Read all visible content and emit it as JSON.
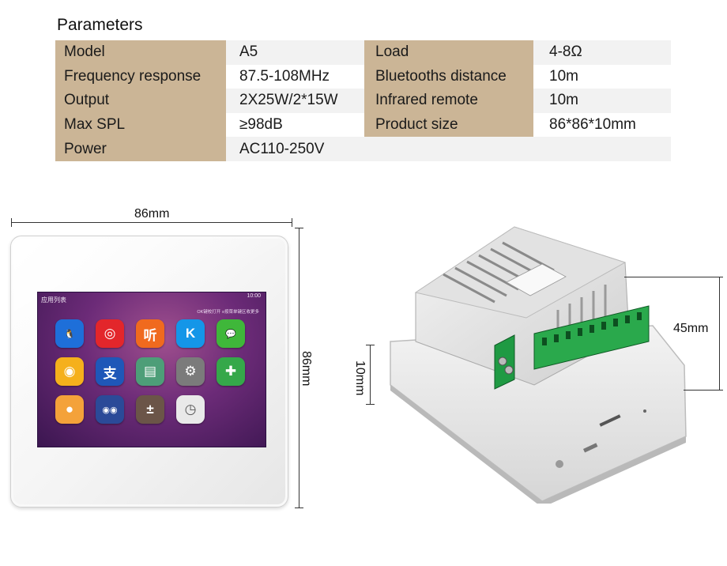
{
  "title": "Parameters",
  "params": [
    {
      "k1": "Model",
      "v1": "A5",
      "k2": "Load",
      "v2": "4-8Ω"
    },
    {
      "k1": "Frequency response",
      "v1": "87.5-108MHz",
      "k2": "Bluetooths distance",
      "v2": "10m"
    },
    {
      "k1": "Output",
      "v1": "2X25W/2*15W",
      "k2": "Infrared remote",
      "v2": "10m"
    },
    {
      "k1": "Max SPL",
      "v1": "≥98dB",
      "k2": "Product size",
      "v2": "86*86*10mm"
    },
    {
      "k1": "Power",
      "v1": "AC110-250V"
    }
  ],
  "dimensions": {
    "front_width": "86mm",
    "front_height": "86mm",
    "back_height": "45mm",
    "back_depth": "10mm"
  },
  "screen": {
    "app_list": "应用列表",
    "hint": "OK键校打开   ≡按菜单键区收更多",
    "time": "10:00"
  },
  "app_icons": [
    {
      "name": "qq-icon",
      "color": "#1e6fd9",
      "glyph": "🐧"
    },
    {
      "name": "netease-music-icon",
      "color": "#e3262b",
      "glyph": "◎"
    },
    {
      "name": "ting-icon",
      "color": "#f06a1e",
      "glyph": "听"
    },
    {
      "name": "kugou-icon",
      "color": "#1496e8",
      "glyph": "K"
    },
    {
      "name": "wechat-icon",
      "color": "#3fb73a",
      "glyph": "💬"
    },
    {
      "name": "weibo-icon",
      "color": "#f5b01c",
      "glyph": "◉"
    },
    {
      "name": "alipay-icon",
      "color": "#1f57b8",
      "glyph": "支"
    },
    {
      "name": "radio-icon",
      "color": "#4d9e78",
      "glyph": "▤"
    },
    {
      "name": "settings-icon",
      "color": "#7b7b7b",
      "glyph": "⚙"
    },
    {
      "name": "security-icon",
      "color": "#35a84a",
      "glyph": "✚"
    },
    {
      "name": "bubble-icon",
      "color": "#f4a23a",
      "glyph": "●"
    },
    {
      "name": "player-icon",
      "color": "#2b4a98",
      "glyph": "◉◉"
    },
    {
      "name": "calculator-icon",
      "color": "#6b5548",
      "glyph": "±"
    },
    {
      "name": "clock-icon",
      "color": "#e9e9e9",
      "glyph": "◷"
    }
  ]
}
